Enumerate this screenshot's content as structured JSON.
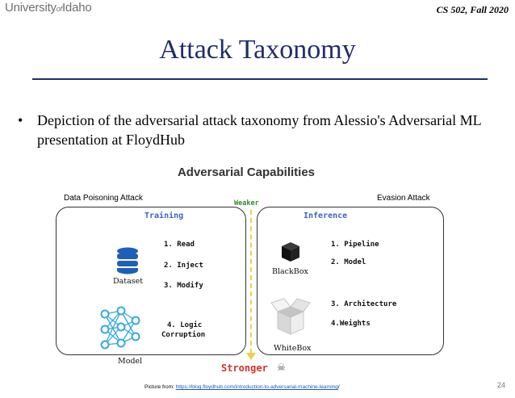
{
  "header": {
    "logo_main": "University",
    "logo_of": "of",
    "logo_end": "Idaho",
    "course": "CS 502, Fall 2020"
  },
  "slide": {
    "title": "Attack Taxonomy",
    "bullet": "Depiction of the adversarial attack taxonomy from Alessio's Adversarial ML presentation at FloydHub",
    "bullet_marker": "•"
  },
  "figure": {
    "title": "Adversarial Capabilities",
    "left_label": "Data Poisoning Attack",
    "right_label": "Evasion Attack",
    "weaker": "Weaker",
    "stronger": "Stronger",
    "skull": "☠",
    "training": {
      "heading": "Training",
      "items": [
        "1. Read",
        "2. Inject",
        "3. Modify",
        "4. Logic",
        "Corruption"
      ],
      "dataset_caption": "Dataset",
      "model_caption": "Model"
    },
    "inference": {
      "heading": "Inference",
      "items": [
        "1. Pipeline",
        "2. Model",
        "3. Architecture",
        "4.Weights"
      ],
      "blackbox_caption": "BlackBox",
      "whitebox_caption": "WhiteBox"
    }
  },
  "footer": {
    "prefix": "Picture from: ",
    "link": "https://blog.floydhub.com/introduction-to-adversarial-machine-learning",
    "suffix": "/",
    "page_number": "24"
  },
  "colors": {
    "title": "#1f2d6b",
    "section_heading": "#3d63c8",
    "weaker": "#3a8a2e",
    "stronger": "#d0342c",
    "arrow": "#e8d24a",
    "icon_blue": "#1e5fb8",
    "model_cyan": "#35a9dd"
  }
}
